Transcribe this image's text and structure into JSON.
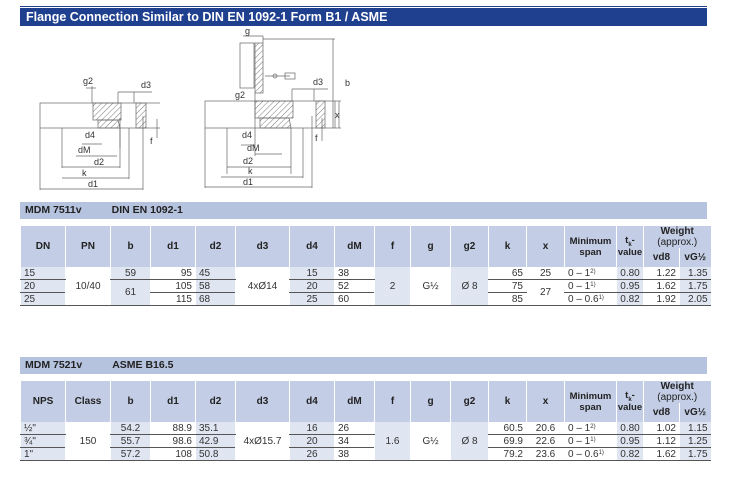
{
  "title": "Flange Connection Similar to DIN EN 1092-1 Form B1 / ASME",
  "drawing_labels": {
    "g": "g",
    "g2": "g2",
    "d3": "d3",
    "x": "x",
    "f": "f",
    "d4": "d4",
    "dM": "dM",
    "d2": "d2",
    "k": "k",
    "d1": "d1",
    "b": "b"
  },
  "colors": {
    "title_bg": "#1f3f8f",
    "section_bg": "#b6c3de",
    "header_bg": "#c3cde5",
    "shade": "#dfe5f1"
  },
  "headers": {
    "b": "b",
    "d1": "d1",
    "d2": "d2",
    "d3": "d3",
    "d4": "d4",
    "dM": "dM",
    "f": "f",
    "g": "g",
    "g2": "g2",
    "k": "k",
    "x": "x",
    "span": "Minimum span",
    "tk": "tk-value",
    "tk_t": "t",
    "tk_sub": "k",
    "tk_rest": "-value",
    "weight": "Weight",
    "approx": "(approx.)",
    "vd8": "vd8",
    "vg": "vG½"
  },
  "din": {
    "model": "MDM 7511v",
    "standard": "DIN EN 1092-1",
    "col1": "DN",
    "col2": "PN",
    "pn": "10/40",
    "d3": "4xØ14",
    "f": "2",
    "g": "G½",
    "g2": "Ø 8",
    "rows": [
      {
        "a": "15",
        "b": "59",
        "d1": "95",
        "d2": "45",
        "d4": "15",
        "dM": "38",
        "k": "65",
        "x": "25",
        "span": "0 – 1",
        "note": "2)",
        "tk": "0.80",
        "vd8": "1.22",
        "vg": "1.35"
      },
      {
        "a": "20",
        "b": "61",
        "d1": "105",
        "d2": "58",
        "d4": "20",
        "dM": "52",
        "k": "75",
        "x": "27",
        "span": "0 – 1",
        "note": "1)",
        "tk": "0.95",
        "vd8": "1.62",
        "vg": "1.75"
      },
      {
        "a": "25",
        "d1": "115",
        "d2": "68",
        "d4": "25",
        "dM": "60",
        "k": "85",
        "span": "0 – 0.6",
        "note": "1)",
        "tk": "0.82",
        "vd8": "1.92",
        "vg": "2.05"
      }
    ]
  },
  "asme": {
    "model": "MDM 7521v",
    "standard": "ASME B16.5",
    "col1": "NPS",
    "col2": "Class",
    "pn": "150",
    "d3": "4xØ15.7",
    "f": "1.6",
    "g": "G½",
    "g2": "Ø 8",
    "rows": [
      {
        "a": "½\"",
        "b": "54.2",
        "d1": "88.9",
        "d2": "35.1",
        "d4": "16",
        "dM": "26",
        "k": "60.5",
        "x": "20.6",
        "span": "0 – 1",
        "note": "2)",
        "tk": "0.80",
        "vd8": "1.02",
        "vg": "1.15"
      },
      {
        "a": "¾\"",
        "b": "55.7",
        "d1": "98.6",
        "d2": "42.9",
        "d4": "20",
        "dM": "34",
        "k": "69.9",
        "x": "22.6",
        "span": "0 – 1",
        "note": "1)",
        "tk": "0.95",
        "vd8": "1.12",
        "vg": "1.25"
      },
      {
        "a": "1\"",
        "b": "57.2",
        "d1": "108",
        "d2": "50.8",
        "d4": "26",
        "dM": "38",
        "k": "79.2",
        "x": "23.6",
        "span": "0 – 0.6",
        "note": "1)",
        "tk": "0.82",
        "vd8": "1.62",
        "vg": "1.75"
      }
    ]
  }
}
